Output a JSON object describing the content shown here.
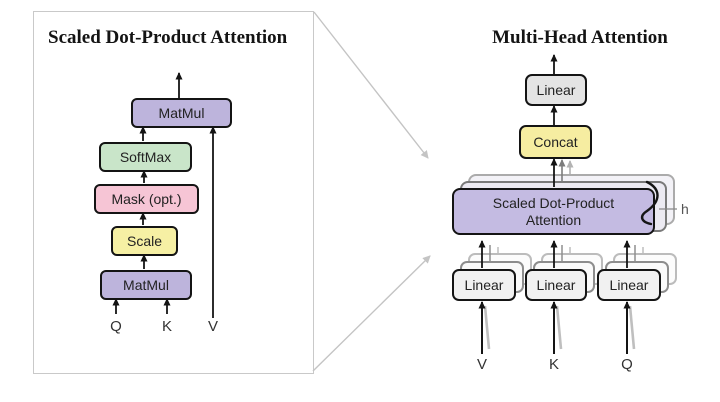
{
  "left_panel": {
    "title": "Scaled Dot-Product Attention",
    "boxes": [
      {
        "id": "matmul-top",
        "label": "MatMul",
        "color": "#bdb4dc"
      },
      {
        "id": "softmax",
        "label": "SoftMax",
        "color": "#c9e5c9"
      },
      {
        "id": "mask",
        "label": "Mask (opt.)",
        "color": "#f6c5d5"
      },
      {
        "id": "scale",
        "label": "Scale",
        "color": "#f6f0a4"
      },
      {
        "id": "matmul-bottom",
        "label": "MatMul",
        "color": "#bdb4dc"
      }
    ],
    "inputs": [
      "Q",
      "K",
      "V"
    ]
  },
  "right_panel": {
    "title": "Multi-Head Attention",
    "boxes": [
      {
        "id": "linear-top",
        "label": "Linear",
        "color": "#e4e4e4"
      },
      {
        "id": "concat",
        "label": "Concat",
        "color": "#f6eda1"
      },
      {
        "id": "sdpa",
        "label": "Scaled Dot-Product Attention",
        "color": "#c4bbe2"
      },
      {
        "id": "linear-v",
        "label": "Linear",
        "color": "#f1f1f1"
      },
      {
        "id": "linear-k",
        "label": "Linear",
        "color": "#f1f1f1"
      },
      {
        "id": "linear-q",
        "label": "Linear",
        "color": "#f1f1f1"
      }
    ],
    "heads_label": "h",
    "inputs": [
      "V",
      "K",
      "Q"
    ]
  },
  "colors": {
    "box_border": "#141414",
    "panel_border": "#c9c9c9",
    "cross_arrow": "#c4c4c4",
    "arrow_black": "#141414"
  }
}
